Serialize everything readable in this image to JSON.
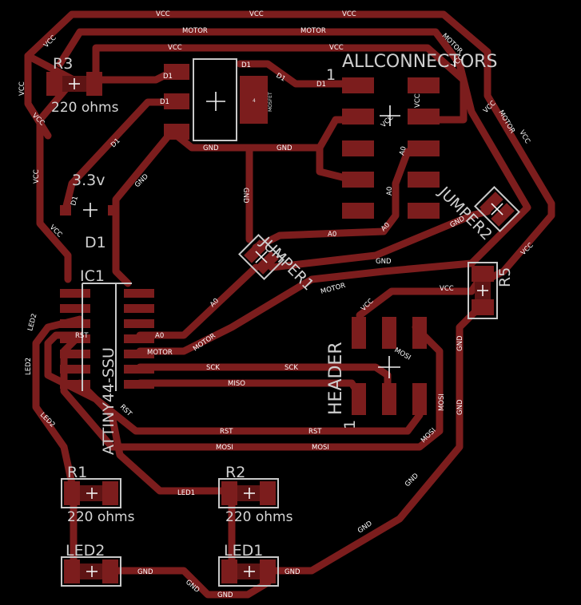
{
  "nets": {
    "vcc": "VCC",
    "motor": "MOTOR",
    "gnd": "GND",
    "d1": "D1",
    "a0": "A0",
    "sck": "SCK",
    "miso": "MISO",
    "mosi": "MOSI",
    "rst": "RST",
    "led1": "LED1",
    "led2": "LED2"
  },
  "components": {
    "r3": {
      "name": "R3",
      "value": "220 ohms"
    },
    "r1": {
      "name": "R1",
      "value": "220 ohms"
    },
    "r2": {
      "name": "R2",
      "value": "220 ohms"
    },
    "r5": {
      "name": "R5"
    },
    "led1": {
      "name": "LED1"
    },
    "led2": {
      "name": "LED2"
    },
    "d1": {
      "name": "D1",
      "value": "3.3v"
    },
    "ic1": {
      "name": "IC1",
      "value": "ATTINY44-SSU"
    },
    "allconnectors": {
      "name": "ALLCONNECTORS",
      "pin1": "1"
    },
    "header": {
      "name": "HEADER",
      "pin1": "1"
    },
    "jumper1": {
      "name": "JUMPER1"
    },
    "jumper2": {
      "name": "JUMPER2"
    },
    "mosfet": {
      "name": "MOSFET",
      "pin": "4"
    }
  },
  "colors": {
    "background": "#000000",
    "copper": "#7c1d1d",
    "silkscreen": "#c8c8c8",
    "net_label": "#ffffff"
  }
}
